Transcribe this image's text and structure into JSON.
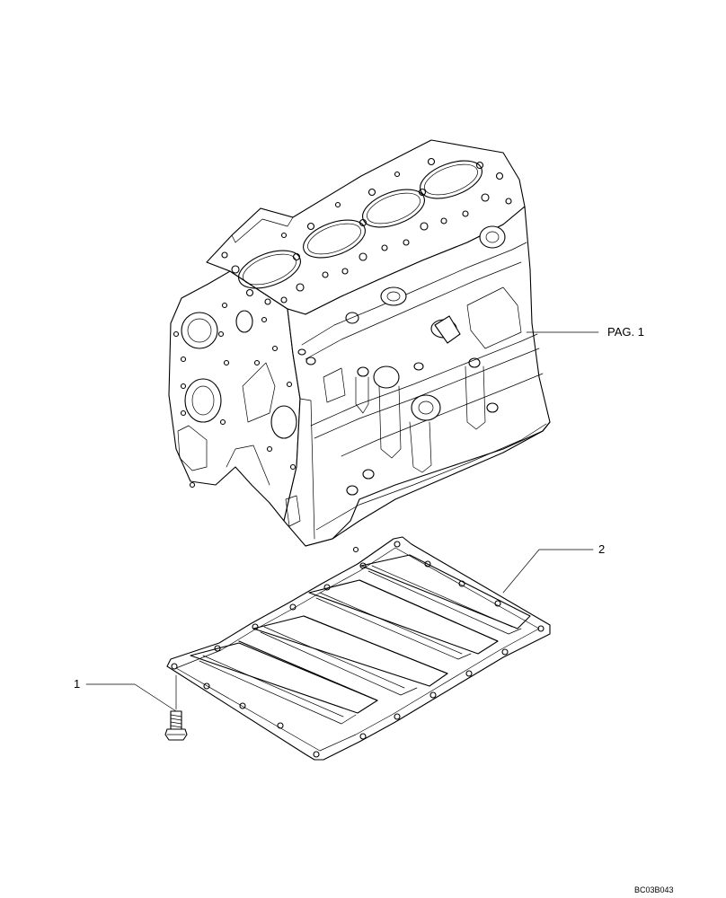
{
  "callouts": {
    "block_ref": "PAG. 1",
    "gasket": "2",
    "screw": "1"
  },
  "reference_code": "BC03B043",
  "icons": [
    "engine-block-icon",
    "oil-pan-gasket-icon",
    "screw-icon"
  ]
}
